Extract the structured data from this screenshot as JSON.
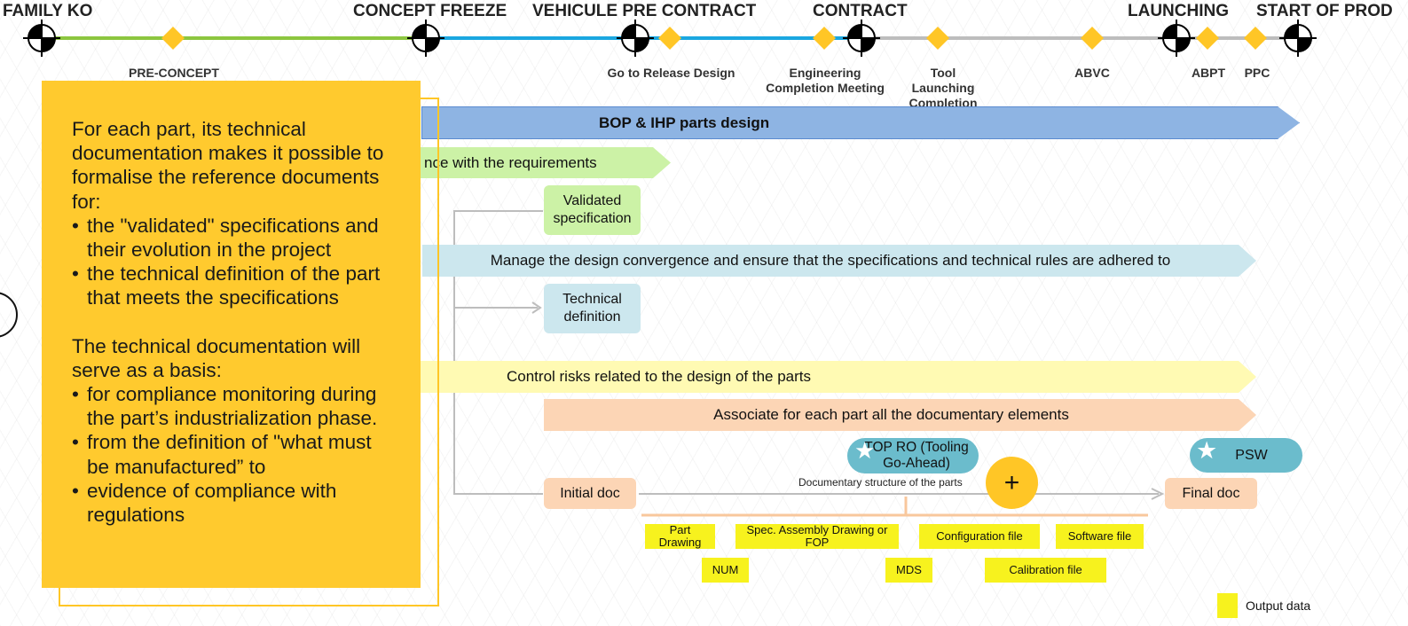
{
  "gates": [
    {
      "id": "family-ko",
      "label": "FAMILY KO"
    },
    {
      "id": "concept-freeze",
      "label": "CONCEPT FREEZE"
    },
    {
      "id": "vehicule-pre-contract",
      "label": "VEHICULE PRE CONTRACT"
    },
    {
      "id": "contract",
      "label": "CONTRACT"
    },
    {
      "id": "launching",
      "label": "LAUNCHING"
    },
    {
      "id": "start-of-prod",
      "label": "START OF PROD"
    }
  ],
  "milestones": [
    {
      "id": "pre-concept",
      "label": "PRE-CONCEPT"
    },
    {
      "id": "go-to-release",
      "label": "Go to Release Design"
    },
    {
      "id": "engineering-completion",
      "label": "Engineering Completion Meeting"
    },
    {
      "id": "tool-launching",
      "label": "Tool Launching Completion"
    },
    {
      "id": "abvc",
      "label": "ABVC"
    },
    {
      "id": "abpt",
      "label": "ABPT"
    },
    {
      "id": "ppc",
      "label": "PPC"
    }
  ],
  "bands": {
    "bop": "BOP & IHP parts design",
    "requirements": "nce with the requirements",
    "convergence": "Manage the design convergence and ensure that the specifications and technical rules are adhered to",
    "risks": "Control risks related to the design of the parts",
    "associate": "Associate for each part all the documentary elements"
  },
  "boxes": {
    "validated_spec": "Validated specification",
    "technical_definition": "Technical definition",
    "initial_doc": "Initial doc",
    "final_doc": "Final doc",
    "top_ro": "TOP RO (Tooling Go-Ahead)",
    "psw": "PSW",
    "plus": "+"
  },
  "doc_structure_label": "Documentary structure of the parts",
  "output_items": {
    "part_drawing": "Part Drawing",
    "spec_assembly": "Spec. Assembly Drawing or FOP",
    "configuration_file": "Configuration file",
    "software_file": "Software file",
    "num": "NUM",
    "mds": "MDS",
    "calibration_file": "Calibration file"
  },
  "legend": {
    "output_data": "Output data"
  },
  "callout": {
    "intro": "For each part, its technical documentation makes it possible to formalise the reference documents for:",
    "bullets1": [
      "the \"validated\" specifications and their evolution in the project",
      "the technical definition of the part that meets the specifications"
    ],
    "basis": "The technical documentation will serve as a basis:",
    "bullets2": [
      "for compliance monitoring during the part’s industrialization phase.",
      "from the definition of \"what must be manufactured” to",
      "evidence of compliance with regulations"
    ]
  },
  "colors": {
    "green_line": "#8cc63f",
    "blue_line": "#1aa7e0",
    "grey_line": "#bbbbbb",
    "milestone": "#ffc626",
    "bop_band": "#8eb4e3",
    "req_band": "#ccf2a6",
    "conv_band": "#cce7ee",
    "risk_band": "#fffab3",
    "assoc_band": "#fcd5b5",
    "callout": "#ffca2e"
  }
}
